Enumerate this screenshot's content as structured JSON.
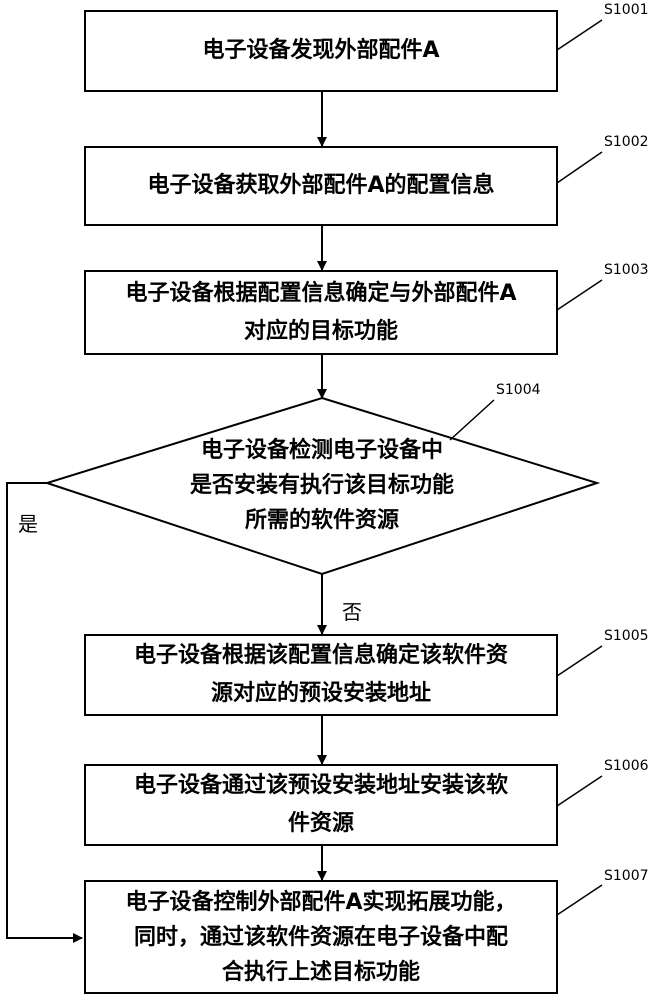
{
  "steps": [
    {
      "id": "S1001",
      "lines": [
        "电子设备发现外部配件A"
      ]
    },
    {
      "id": "S1002",
      "lines": [
        "电子设备获取外部配件A的配置信息"
      ]
    },
    {
      "id": "S1003",
      "lines": [
        "电子设备根据配置信息确定与外部配件A",
        "对应的目标功能"
      ]
    },
    {
      "id": "S1004",
      "lines": [
        "电子设备检测电子设备中",
        "是否安装有执行该目标功能",
        "所需的软件资源"
      ]
    },
    {
      "id": "S1005",
      "lines": [
        "电子设备根据该配置信息确定该软件资",
        "源对应的预设安装地址"
      ]
    },
    {
      "id": "S1006",
      "lines": [
        "电子设备通过该预设安装地址安装该软",
        "件资源"
      ]
    },
    {
      "id": "S1007",
      "lines": [
        "电子设备控制外部配件A实现拓展功能，",
        "同时，通过该软件资源在电子设备中配",
        "合执行上述目标功能"
      ]
    }
  ],
  "branches": {
    "yes": "是",
    "no": "否"
  }
}
